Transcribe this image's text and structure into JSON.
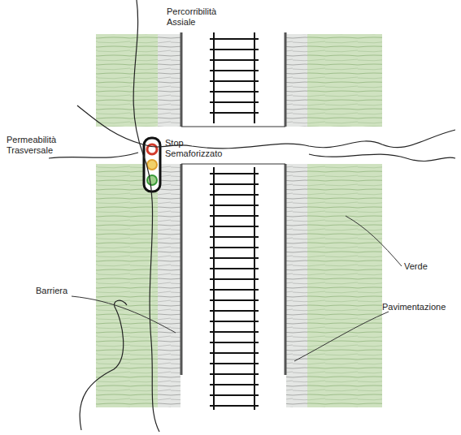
{
  "diagram": {
    "labels": [
      "Percorribilità Assiale",
      "Permeabilità Trasversale",
      "Stop Semaforizzato",
      "Barriera",
      "Verde",
      "Pavimentazione"
    ]
  }
}
